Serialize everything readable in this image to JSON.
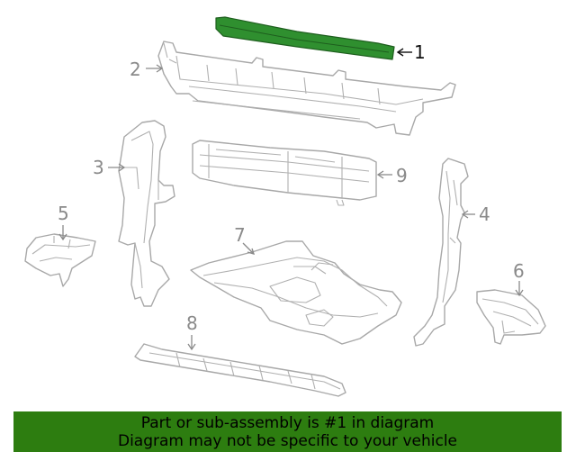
{
  "callouts": [
    "1",
    "2",
    "3",
    "4",
    "5",
    "6",
    "7",
    "8",
    "9"
  ],
  "selected_part": "1",
  "highlight_color": "#2f8f2f",
  "banner": {
    "line1": "Part or sub-assembly is #1 in diagram",
    "line2": "Diagram may not be specific to your vehicle",
    "background": "#2d7d10"
  }
}
